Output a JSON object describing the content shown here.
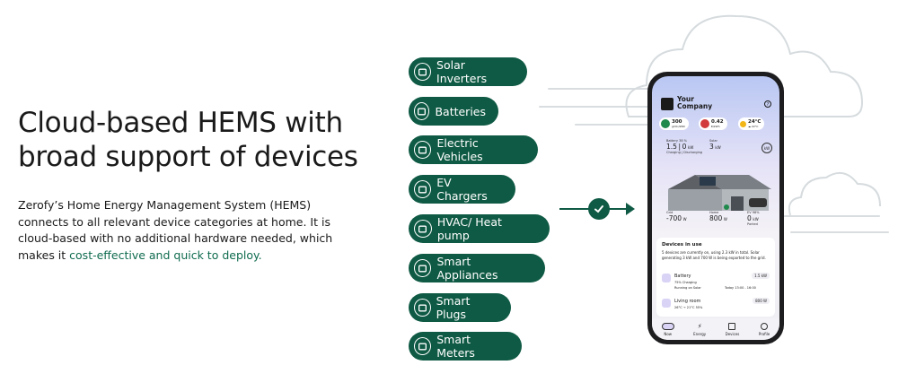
{
  "headline": "Cloud-based HEMS with broad support of devices",
  "body": {
    "text": "Zerofy’s Home Energy Management System (HEMS) connects to all relevant device categories at home. It is cloud-based with no additional hardware needed, which makes it ",
    "accent": "cost-effective and quick to deploy."
  },
  "colors": {
    "brand": "#0f5a44",
    "accent": "#0f6b4f"
  },
  "devices": [
    {
      "label": "Solar Inverters",
      "icon": "solar-panel-icon"
    },
    {
      "label": "Batteries",
      "icon": "battery-icon"
    },
    {
      "label": "Electric Vehicles",
      "icon": "car-icon"
    },
    {
      "label": "EV Chargers",
      "icon": "ev-charger-icon"
    },
    {
      "label": "HVAC/ Heat pump",
      "icon": "heat-pump-icon"
    },
    {
      "label": "Smart Appliances",
      "icon": "appliance-icon"
    },
    {
      "label": "Smart Plugs",
      "icon": "plug-icon"
    },
    {
      "label": "Smart Meters",
      "icon": "meter-icon"
    }
  ],
  "phone": {
    "company": "Your Company",
    "help": "?",
    "chips": [
      {
        "value": "300",
        "unit": "gCO₂/kWh"
      },
      {
        "value": "0.42",
        "unit": "€/kWh"
      },
      {
        "value": "24°C",
        "unit": "☁ 22°C"
      }
    ],
    "battery": {
      "label": "Battery",
      "pct": "38 %",
      "value": "1.5",
      "sep": "|",
      "value2": "0",
      "unit": "kW",
      "sub": "Charging | Discharging"
    },
    "solar": {
      "label": "Solar",
      "value": "3",
      "unit": "kW"
    },
    "kw_badge": "kW",
    "grid": {
      "label": "Grid",
      "value": "-700",
      "unit": "W"
    },
    "home": {
      "label": "Home",
      "value": "800",
      "unit": "W"
    },
    "ev": {
      "label": "EV",
      "pct": "98%",
      "value": "0",
      "unit": "kW",
      "sub": "Parked"
    },
    "devices_in_use": {
      "title": "Devices in use",
      "summary": "5 devices are currently on, using 2.3 kW in total. Solar generating 3 kW and 700 W is being exported to the grid.",
      "items": [
        {
          "name": "Battery",
          "badge": "1.5 kW",
          "line1": "75% Charging",
          "line2a": "Running on Solar",
          "line2b": "Today 13:00 - 16:00"
        },
        {
          "name": "Living room",
          "badge": "800 W",
          "line1": "26°C → 21°C   55%"
        }
      ]
    },
    "tabs": [
      {
        "label": "Now",
        "icon": "home-icon"
      },
      {
        "label": "Energy",
        "icon": "bolt-icon"
      },
      {
        "label": "Devices",
        "icon": "device-icon"
      },
      {
        "label": "Profile",
        "icon": "profile-icon"
      }
    ]
  }
}
